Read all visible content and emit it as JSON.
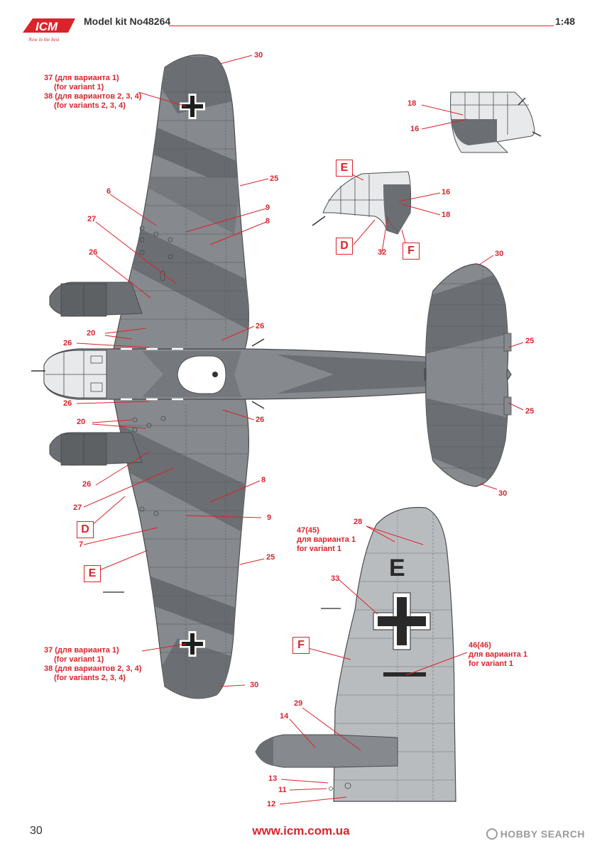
{
  "header": {
    "logo_text": "ICM",
    "logo_tagline": "Now in the best",
    "model_kit": "Model kit No48264",
    "scale": "1:48"
  },
  "footer": {
    "page_number": "30",
    "website": "www.icm.com.ua",
    "watermark": "HOBBY SEARCH"
  },
  "colors": {
    "accent_red": "#d9242b",
    "camo_dark": "#6b6e72",
    "camo_mid": "#85888c",
    "underside_light": "#b9bcbf",
    "panel_line": "#4a4c4f"
  },
  "callouts": {
    "c30_top": "30",
    "c25_upper": "25",
    "c6": "6",
    "c9_upper": "9",
    "c8_upper": "8",
    "c27_upper": "27",
    "c26_upper": "26",
    "c20_upper": "20",
    "c26_a": "26",
    "c26_b": "26",
    "c26_c": "26",
    "c20_lower": "20",
    "c26_d": "26",
    "c26_lower": "26",
    "c8_lower": "8",
    "c9_lower": "9",
    "c27_lower": "27",
    "c7": "7",
    "c25_lower": "25",
    "c30_bottom": "30",
    "c18_a": "18",
    "c16_a": "16",
    "c16_b": "16",
    "c18_b": "18",
    "c32": "32",
    "c30_tail_top": "30",
    "c25_tail_a": "25",
    "c25_tail_b": "25",
    "c30_tail_bottom": "30",
    "c28": "28",
    "c33": "33",
    "c29": "29",
    "c14": "14",
    "c13": "13",
    "c11": "11",
    "c12": "12"
  },
  "notes": {
    "upper_wing": [
      "37 (для варианта 1)",
      "(for variant 1)",
      "38 (для вариантов 2, 3, 4)",
      "(for variants 2, 3, 4)"
    ],
    "lower_wing": [
      "37 (для варианта 1)",
      "(for variant 1)",
      "38 (для вариантов 2, 3, 4)",
      "(for variants 2, 3, 4)"
    ],
    "decal_47": [
      "47(45)",
      "для варианта 1",
      "for variant 1"
    ],
    "decal_46": [
      "46(46)",
      "для варианта 1",
      "for variant 1"
    ]
  },
  "view_letters": {
    "E_nose": "E",
    "D_nose": "D",
    "F_nose": "F",
    "D_wing": "D",
    "E_wing": "E",
    "F_side": "F"
  },
  "side_view_code": "E"
}
